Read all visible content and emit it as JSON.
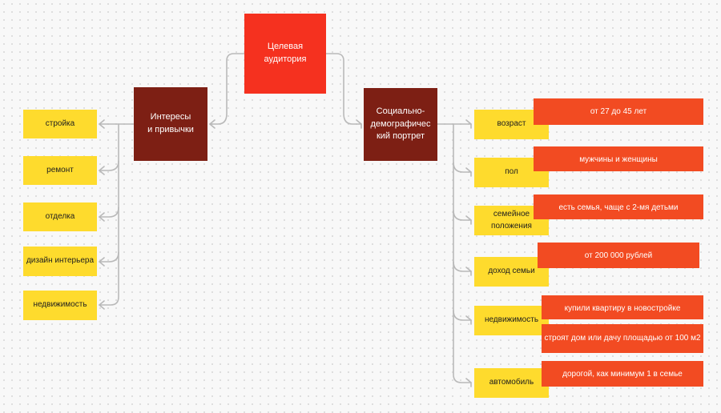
{
  "root": {
    "label": "Целевая\nаудитория"
  },
  "interests": {
    "label": "Интересы\nи привычки",
    "items": [
      "стройка",
      "ремонт",
      "отделка",
      "дизайн интерьера",
      "недвижимость"
    ]
  },
  "portrait": {
    "label": "Социально-\nдемографичес\nкий портрет",
    "items": [
      {
        "label": "возраст",
        "details": [
          "от 27 до 45 лет"
        ]
      },
      {
        "label": "пол",
        "details": [
          "мужчины и женщины"
        ]
      },
      {
        "label": "семейное\nположения",
        "details": [
          "есть семья, чаще с 2-мя детьми"
        ]
      },
      {
        "label": "доход семьи",
        "details": [
          "от 200 000 рублей"
        ]
      },
      {
        "label": "недвижимость",
        "details": [
          "купили квартиру в новостройке",
          "строят дом или дачу площадью от 100 м2"
        ]
      },
      {
        "label": "автомобиль",
        "details": [
          "дорогой, как минимум 1 в семье"
        ]
      }
    ]
  },
  "colors": {
    "root": "#f5311f",
    "hub": "#7d1f14",
    "leaf": "#fedb2d",
    "detail": "#f24b22",
    "connector": "#b9b9b9"
  }
}
